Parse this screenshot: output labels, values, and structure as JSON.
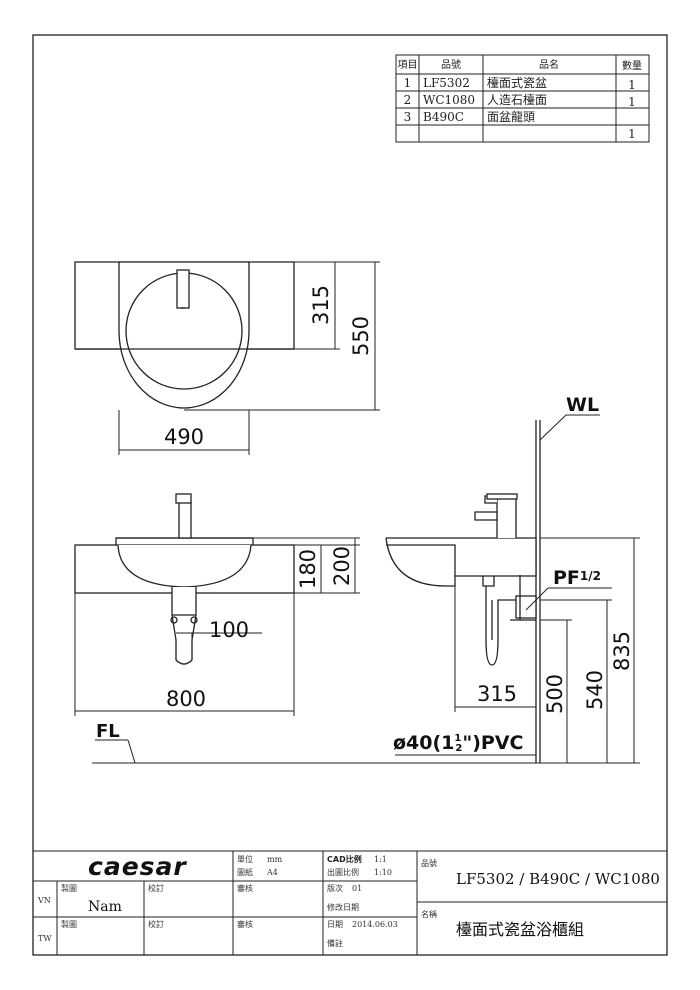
{
  "parts_table": {
    "headers": [
      "項目",
      "品號",
      "品名",
      "數量"
    ],
    "rows": [
      {
        "item": "1",
        "code": "LF5302",
        "name": "檯面式瓷盆",
        "qty": "1"
      },
      {
        "item": "2",
        "code": "WC1080",
        "name": "人造石檯面",
        "qty": "1"
      },
      {
        "item": "3",
        "code": "B490C",
        "name": "面盆龍頭",
        "qty": "1"
      }
    ]
  },
  "dimensions": {
    "top_315": "315",
    "top_550": "550",
    "top_490": "490",
    "front_180": "180",
    "front_200": "200",
    "front_100": "100",
    "front_800": "800",
    "side_315": "315",
    "side_500": "500",
    "side_540": "540",
    "side_835": "835",
    "pf": "PF",
    "pf_sub": "1/2",
    "wl": "WL",
    "fl": "FL",
    "pvc_prefix": "ø40(1",
    "pvc_num": "1",
    "pvc_den": "2",
    "pvc_suffix": "\")PVC"
  },
  "title_block": {
    "logo": "caesar",
    "unit_label": "單位",
    "unit_value": "mm",
    "sheet_label": "圖紙",
    "sheet_value": "A4",
    "cad_label": "CAD比例",
    "cad_value": "1:1",
    "print_label": "出圖比例",
    "print_value": "1:10",
    "code_label": "品號",
    "code_value": "LF5302 / B490C / WC1080",
    "name_label": "名稱",
    "name_value": "檯面式瓷盆浴櫃組",
    "vn": "VN",
    "tw": "TW",
    "draw_label": "製圖",
    "draw_value": "Nam",
    "draw2_label": "製圖",
    "check_label": "校訂",
    "check2_label": "校訂",
    "review_label": "審核",
    "review2_label": "審核",
    "version_label": "版次",
    "version_value": "01",
    "revdate_label": "修改日期",
    "date_label": "日期",
    "date_value": "2014.06.03",
    "note_label": "備註"
  }
}
